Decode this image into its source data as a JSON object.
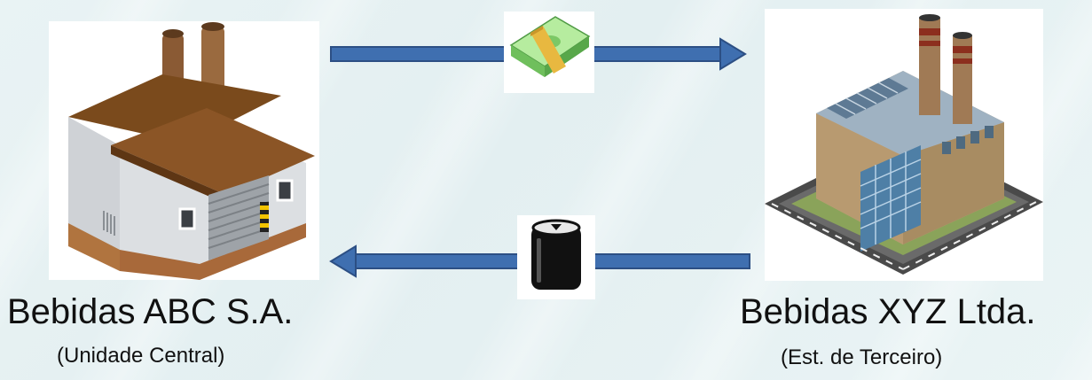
{
  "left_company": {
    "name": "Bebidas ABC S.A.",
    "subtitle": "(Unidade Central)"
  },
  "right_company": {
    "name": "Bebidas XYZ Ltda.",
    "subtitle": "(Est. de Terceiro)"
  },
  "flows": [
    {
      "from": "Bebidas ABC S.A.",
      "to": "Bebidas XYZ Ltda.",
      "icon": "money-stack-icon"
    },
    {
      "from": "Bebidas XYZ Ltda.",
      "to": "Bebidas ABC S.A.",
      "icon": "beverage-can-icon"
    }
  ],
  "colors": {
    "arrow_fill": "#3f6fb0",
    "arrow_stroke": "#2c4f84",
    "roof": "#7a4a1c",
    "money": "#7fcf6a",
    "can": "#111111"
  }
}
